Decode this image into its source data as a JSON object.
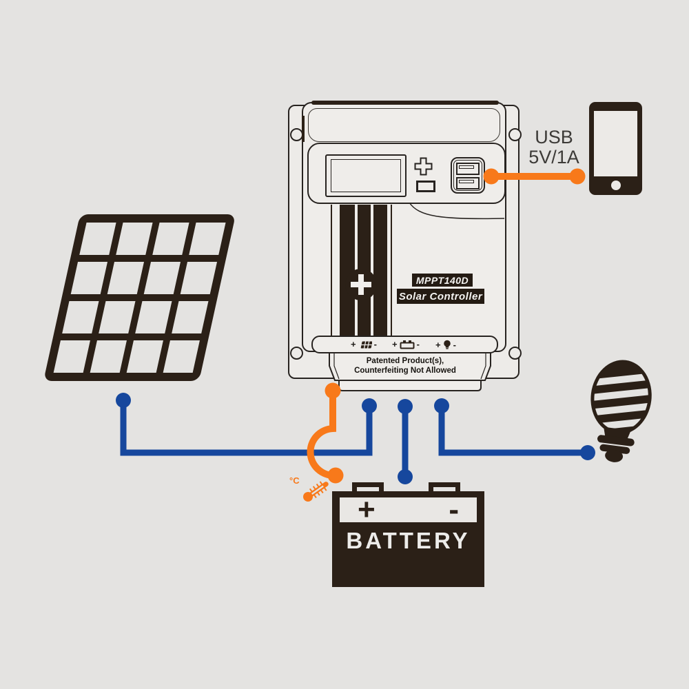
{
  "background_color": "#e4e3e1",
  "palette": {
    "dark": "#2b2017",
    "wire_blue": "#16479d",
    "wire_orange": "#f8791a",
    "outline": "#272320",
    "panel_fill": "#efedea"
  },
  "icons": {
    "solar_panel": "solar-panel-icon",
    "controller": "charge-controller",
    "lcd": "lcd-display",
    "plus_button": "plus-button-icon",
    "menu_button": "menu-button-icon",
    "usb_port": "usb-port-icon",
    "phone": "smartphone-icon",
    "bulb": "cfl-bulb-icon",
    "battery": "battery-icon",
    "temperature_probe": "thermometer-icon"
  },
  "controller": {
    "model_badge": "MPPT140D",
    "name_badge": "Solar Controller",
    "patent_line1": "Patented Product(s),",
    "patent_line2": "Counterfeiting Not Allowed",
    "terminals": [
      {
        "id": "solar",
        "plus": "+",
        "minus": "-"
      },
      {
        "id": "battery",
        "plus": "+",
        "minus": "-"
      },
      {
        "id": "load",
        "plus": "+",
        "minus": "-"
      }
    ]
  },
  "usb_output": {
    "line1": "USB",
    "line2": "5V/1A"
  },
  "battery": {
    "label": "BATTERY",
    "positive": "+",
    "negative": "-"
  },
  "temperature_sensor": {
    "label": "°C"
  }
}
